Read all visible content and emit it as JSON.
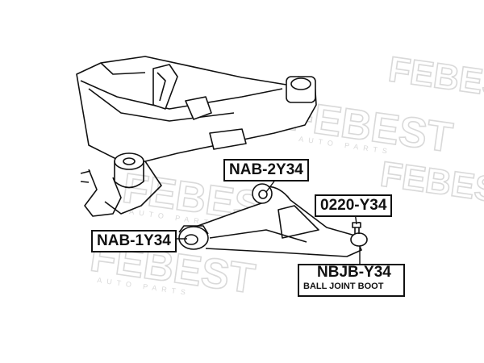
{
  "watermark": {
    "brand": "FEBEST",
    "tagline": "AUTO PARTS"
  },
  "callouts": {
    "nab_2y34": "NAB-2Y34",
    "r0220_y34": "0220-Y34",
    "nab_1y34": "NAB-1Y34",
    "nbjb_y34": "NBJB-Y34",
    "boot_caption": "BALL JOINT BOOT"
  },
  "colors": {
    "ink": "#111111",
    "watermark": "#d9d9d9",
    "background": "#ffffff"
  }
}
